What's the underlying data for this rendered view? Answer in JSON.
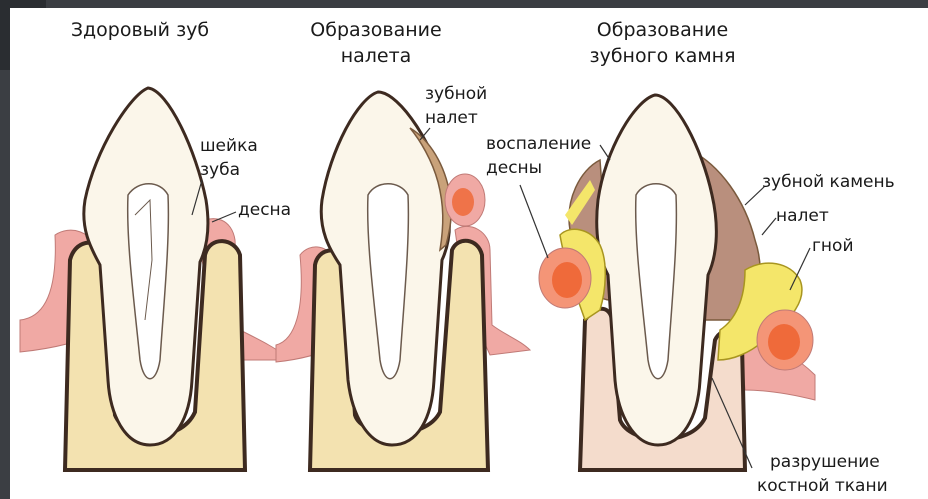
{
  "titles": {
    "healthy": "Здоровый зуб",
    "plaque": [
      "Образование",
      "налета"
    ],
    "calculus": [
      "Образование",
      "зубного камня"
    ]
  },
  "labels": {
    "neck": [
      "шейка",
      "зуба"
    ],
    "gum": "десна",
    "plaque": [
      "зубной",
      "налет"
    ],
    "inflammation": [
      "воспаление",
      "десны"
    ],
    "calculus": "зубной камень",
    "plaque2": "налет",
    "pus": "гной",
    "bone_loss": [
      "разрушение",
      "костной ткани"
    ]
  },
  "colors": {
    "enamel": "#fbf6ea",
    "bone": "#f3e2b0",
    "gum": "#f0a9a4",
    "outline": "#3d2a20",
    "plaque": "#c9a27a",
    "calculus": "#f4e66a",
    "inflamed": "#ef6a3a",
    "tartar_brown": "#b98f7d"
  }
}
